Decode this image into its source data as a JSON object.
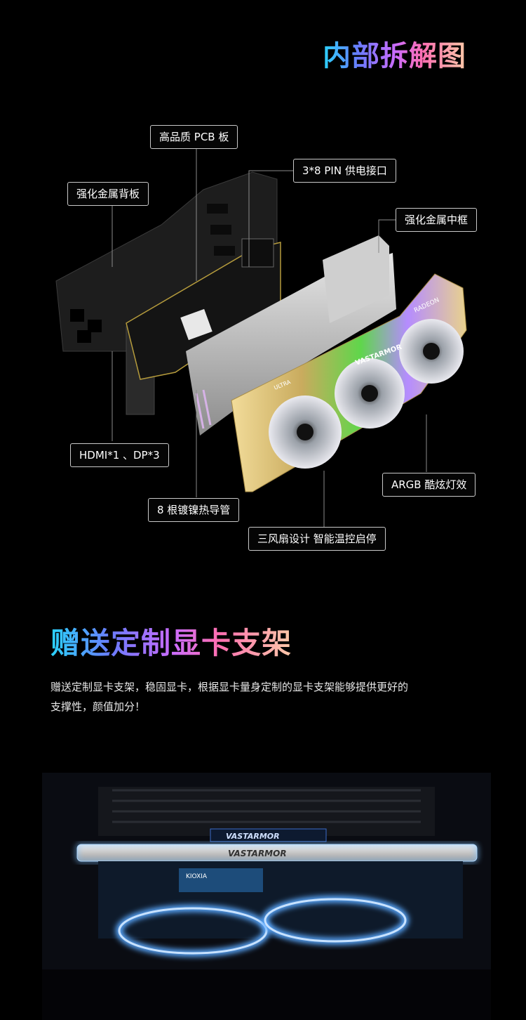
{
  "section1": {
    "title": "内部拆解图",
    "labels": {
      "pcb": "高品质 PCB 板",
      "power": "3*8 PIN 供电接口",
      "backplate": "强化金属背板",
      "frame": "强化金属中框",
      "ports": "HDMI*1 、DP*3",
      "argb": "ARGB 酷炫灯效",
      "heatpipe": "8 根镀镍热导管",
      "fans": "三风扇设计 智能温控启停"
    },
    "card_texts": {
      "brand": "VASTARMOR",
      "series": "RADEON",
      "model": "ULTRA"
    }
  },
  "section2": {
    "title": "赠送定制显卡支架",
    "description": "赠送定制显卡支架，稳固显卡，根据显卡量身定制的显卡支架能够提供更好的支撑性，颜值加分！",
    "bracket_text": "VASTARMOR",
    "card_text": "VASTARMOR",
    "ssd_text": "KIOXIA"
  },
  "colors": {
    "background": "#000000",
    "callout_border": "#c9c9c9",
    "fan_glow": "#5aa9ff",
    "frame_gold": "#e3c77a"
  }
}
